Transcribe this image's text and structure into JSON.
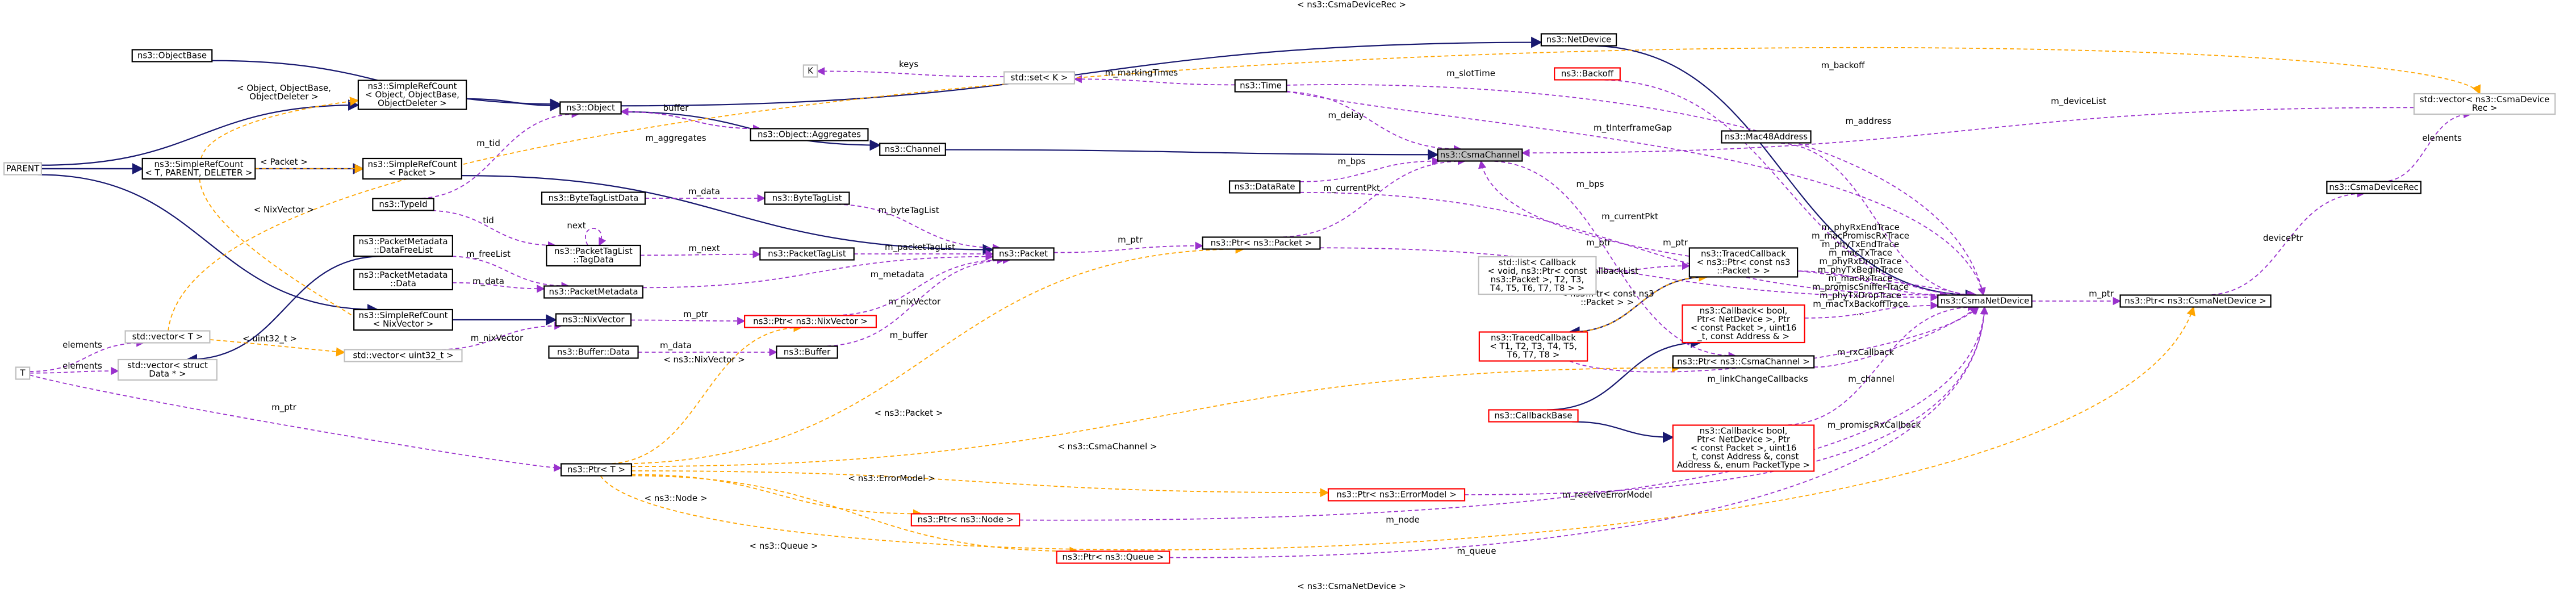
{
  "colors": {
    "background": "#ffffff",
    "node_fill": "#ffffff",
    "node_border_black": "#000000",
    "node_border_red": "#ff0000",
    "node_border_grey": "#bfbfbf",
    "node_fill_focus": "#bfbfbf",
    "edge_inherit": "#191970",
    "edge_member": "#9a32cd",
    "edge_template": "#ffa500",
    "text": "#000000"
  },
  "nodes": [
    {
      "id": "csmachannel",
      "lines": [
        "ns3::CsmaChannel"
      ],
      "border": "black",
      "focus": true
    },
    {
      "id": "channel",
      "lines": [
        "ns3::Channel"
      ],
      "border": "black"
    },
    {
      "id": "object",
      "lines": [
        "ns3::Object"
      ],
      "border": "black"
    },
    {
      "id": "objectbase",
      "lines": [
        "ns3::ObjectBase"
      ],
      "border": "black"
    },
    {
      "id": "srcobject",
      "lines": [
        "ns3::SimpleRefCount",
        "< Object, ObjectBase,",
        "ObjectDeleter >"
      ],
      "border": "black"
    },
    {
      "id": "parent",
      "lines": [
        "PARENT"
      ],
      "border": "grey"
    },
    {
      "id": "srct",
      "lines": [
        "ns3::SimpleRefCount",
        "< T, PARENT, DELETER >"
      ],
      "border": "black"
    },
    {
      "id": "srcpacket",
      "lines": [
        "ns3::SimpleRefCount",
        "< Packet >"
      ],
      "border": "black"
    },
    {
      "id": "typeid",
      "lines": [
        "ns3::TypeId"
      ],
      "border": "black"
    },
    {
      "id": "aggregates",
      "lines": [
        "ns3::Object::Aggregates"
      ],
      "border": "black"
    },
    {
      "id": "netdevice",
      "lines": [
        "ns3::NetDevice"
      ],
      "border": "black"
    },
    {
      "id": "time",
      "lines": [
        "ns3::Time"
      ],
      "border": "black"
    },
    {
      "id": "setk",
      "lines": [
        "std::set< K >"
      ],
      "border": "grey"
    },
    {
      "id": "k",
      "lines": [
        "K"
      ],
      "border": "grey"
    },
    {
      "id": "backoff",
      "lines": [
        "ns3::Backoff"
      ],
      "border": "red"
    },
    {
      "id": "mac48",
      "lines": [
        "ns3::Mac48Address"
      ],
      "border": "black"
    },
    {
      "id": "datarate",
      "lines": [
        "ns3::DataRate"
      ],
      "border": "black"
    },
    {
      "id": "ptrpacket",
      "lines": [
        "ns3::Ptr< ns3::Packet >"
      ],
      "border": "black"
    },
    {
      "id": "packet",
      "lines": [
        "ns3::Packet"
      ],
      "border": "black"
    },
    {
      "id": "bytetaglist",
      "lines": [
        "ns3::ByteTagList"
      ],
      "border": "black"
    },
    {
      "id": "btldata",
      "lines": [
        "ns3::ByteTagListData"
      ],
      "border": "black"
    },
    {
      "id": "packettaglist",
      "lines": [
        "ns3::PacketTagList"
      ],
      "border": "black"
    },
    {
      "id": "tagdata",
      "lines": [
        "ns3::PacketTagList",
        "::TagData"
      ],
      "border": "black"
    },
    {
      "id": "pmfreelist",
      "lines": [
        "ns3::PacketMetadata",
        "::DataFreeList"
      ],
      "border": "black"
    },
    {
      "id": "pmdata",
      "lines": [
        "ns3::PacketMetadata",
        "::Data"
      ],
      "border": "black"
    },
    {
      "id": "pmetadata",
      "lines": [
        "ns3::PacketMetadata"
      ],
      "border": "black"
    },
    {
      "id": "nixvector",
      "lines": [
        "ns3::NixVector"
      ],
      "border": "black"
    },
    {
      "id": "srcnix",
      "lines": [
        "ns3::SimpleRefCount",
        "< NixVector >"
      ],
      "border": "black"
    },
    {
      "id": "ptrnix",
      "lines": [
        "ns3::Ptr< ns3::NixVector >"
      ],
      "border": "red"
    },
    {
      "id": "buffer",
      "lines": [
        "ns3::Buffer"
      ],
      "border": "black"
    },
    {
      "id": "bufferdata",
      "lines": [
        "ns3::Buffer::Data"
      ],
      "border": "black"
    },
    {
      "id": "vectort",
      "lines": [
        "std::vector< T >"
      ],
      "border": "grey"
    },
    {
      "id": "vectoruint",
      "lines": [
        "std::vector< uint32_t >"
      ],
      "border": "grey"
    },
    {
      "id": "vectorstruct",
      "lines": [
        "std::vector< struct",
        "Data * >"
      ],
      "border": "grey"
    },
    {
      "id": "t",
      "lines": [
        "T"
      ],
      "border": "grey"
    },
    {
      "id": "ptrt",
      "lines": [
        "ns3::Ptr< T >"
      ],
      "border": "black"
    },
    {
      "id": "stdlist",
      "lines": [
        "std::list< Callback",
        "< void, ns3::Ptr< const",
        "ns3::Packet >, T2, T3,",
        "T4, T5, T6, T7, T8 > >"
      ],
      "border": "grey"
    },
    {
      "id": "tracedcbt",
      "lines": [
        "ns3::TracedCallback",
        "< T1, T2, T3, T4, T5,",
        "T6, T7, T8 >"
      ],
      "border": "red"
    },
    {
      "id": "callbackbase",
      "lines": [
        "ns3::CallbackBase"
      ],
      "border": "red"
    },
    {
      "id": "tracedcbpkt",
      "lines": [
        "ns3::TracedCallback",
        "< ns3::Ptr< const ns3",
        "::Packet > >"
      ],
      "border": "black"
    },
    {
      "id": "cbbool",
      "lines": [
        "ns3::Callback< bool,",
        "Ptr< NetDevice >, Ptr",
        "< const Packet >, uint16",
        "_t, const Address & >"
      ],
      "border": "red"
    },
    {
      "id": "ptrcsmachannel",
      "lines": [
        "ns3::Ptr< ns3::CsmaChannel >"
      ],
      "border": "black"
    },
    {
      "id": "cbpromisc",
      "lines": [
        "ns3::Callback< bool,",
        "Ptr< NetDevice >, Ptr",
        "< const Packet >, uint16",
        "_t, const Address &, const",
        "Address &, enum PacketType >"
      ],
      "border": "red"
    },
    {
      "id": "ptrerrormodel",
      "lines": [
        "ns3::Ptr< ns3::ErrorModel >"
      ],
      "border": "red"
    },
    {
      "id": "ptrnode",
      "lines": [
        "ns3::Ptr< ns3::Node >"
      ],
      "border": "red"
    },
    {
      "id": "ptrqueue",
      "lines": [
        "ns3::Ptr< ns3::Queue >"
      ],
      "border": "red"
    },
    {
      "id": "csmanetdevice",
      "lines": [
        "ns3::CsmaNetDevice"
      ],
      "border": "black"
    },
    {
      "id": "ptrcsmanetdevice",
      "lines": [
        "ns3::Ptr< ns3::CsmaNetDevice >"
      ],
      "border": "black"
    },
    {
      "id": "csmadevicerec",
      "lines": [
        "ns3::CsmaDeviceRec"
      ],
      "border": "black"
    },
    {
      "id": "vectorcsmarec",
      "lines": [
        "std::vector< ns3::CsmaDevice",
        "Rec >"
      ],
      "border": "grey"
    }
  ],
  "edges": [
    {
      "from": "channel",
      "to": "csmachannel",
      "kind": "inherit"
    },
    {
      "from": "object",
      "to": "channel",
      "kind": "inherit"
    },
    {
      "from": "srcobject",
      "to": "object",
      "kind": "inherit"
    },
    {
      "from": "objectbase",
      "to": "object",
      "kind": "inherit"
    },
    {
      "from": "parent",
      "to": "srcobject",
      "kind": "inherit"
    },
    {
      "from": "parent",
      "to": "srct",
      "kind": "inherit"
    },
    {
      "from": "parent",
      "to": "srcpacket",
      "kind": "inherit"
    },
    {
      "from": "parent",
      "to": "srcnix",
      "kind": "inherit"
    },
    {
      "from": "object",
      "to": "netdevice",
      "kind": "inherit"
    },
    {
      "from": "netdevice",
      "to": "csmanetdevice",
      "kind": "inherit"
    },
    {
      "from": "srcpacket",
      "to": "packet",
      "kind": "inherit"
    },
    {
      "from": "srcnix",
      "to": "nixvector",
      "kind": "inherit"
    },
    {
      "from": "tracedcbpkt",
      "to": "tracedcbt",
      "kind": "inherit"
    },
    {
      "from": "callbackbase",
      "to": "cbbool",
      "kind": "inherit"
    },
    {
      "from": "callbackbase",
      "to": "cbpromisc",
      "kind": "inherit"
    },
    {
      "from": "pmfreelist",
      "to": "vectorstruct",
      "kind": "inherit"
    },
    {
      "from": "typeid",
      "to": "object",
      "kind": "member",
      "label": "m_tid"
    },
    {
      "from": "aggregates",
      "to": "object",
      "kind": "member",
      "label": "buffer"
    },
    {
      "from": "object",
      "to": "aggregates",
      "kind": "member",
      "label": "m_aggregates"
    },
    {
      "from": "time",
      "to": "setk",
      "kind": "member",
      "label": "m_markingTimes"
    },
    {
      "from": "setk",
      "to": "k",
      "kind": "member",
      "label": "keys"
    },
    {
      "from": "time",
      "to": "csmachannel",
      "kind": "member",
      "label": "m_delay"
    },
    {
      "from": "datarate",
      "to": "csmachannel",
      "kind": "member",
      "label": "m_bps"
    },
    {
      "from": "ptrpacket",
      "to": "csmachannel",
      "kind": "member",
      "label": "m_currentPkt"
    },
    {
      "from": "vectorcsmarec",
      "to": "csmachannel",
      "kind": "member",
      "label": "m_deviceList"
    },
    {
      "from": "csmadevicerec",
      "to": "vectorcsmarec",
      "kind": "member",
      "label": "elements"
    },
    {
      "from": "ptrcsmanetdevice",
      "to": "csmadevicerec",
      "kind": "member",
      "label": "devicePtr"
    },
    {
      "from": "csmanetdevice",
      "to": "ptrcsmanetdevice",
      "kind": "member",
      "label": "m_ptr"
    },
    {
      "from": "packet",
      "to": "ptrpacket",
      "kind": "member",
      "label": "m_ptr"
    },
    {
      "from": "bytetaglist",
      "to": "packet",
      "kind": "member",
      "label": "m_byteTagList"
    },
    {
      "from": "btldata",
      "to": "bytetaglist",
      "kind": "member",
      "label": "m_data"
    },
    {
      "from": "packettaglist",
      "to": "packet",
      "kind": "member",
      "label": "m_packetTagList"
    },
    {
      "from": "tagdata",
      "to": "packettaglist",
      "kind": "member",
      "label": "m_next"
    },
    {
      "from": "tagdata",
      "to": "tagdata",
      "kind": "member",
      "label": "next"
    },
    {
      "from": "typeid",
      "to": "tagdata",
      "kind": "member",
      "label": "tid"
    },
    {
      "from": "pmfreelist",
      "to": "pmetadata",
      "kind": "member",
      "label": "m_freeList"
    },
    {
      "from": "pmdata",
      "to": "pmetadata",
      "kind": "member",
      "label": "m_data"
    },
    {
      "from": "pmetadata",
      "to": "packet",
      "kind": "member",
      "label": "m_metadata"
    },
    {
      "from": "nixvector",
      "to": "ptrnix",
      "kind": "member",
      "label": "m_ptr"
    },
    {
      "from": "vectoruint",
      "to": "nixvector",
      "kind": "member",
      "label": "m_nixVector"
    },
    {
      "from": "ptrnix",
      "to": "packet",
      "kind": "member",
      "label": "m_nixVector"
    },
    {
      "from": "bufferdata",
      "to": "buffer",
      "kind": "member",
      "label": "m_data"
    },
    {
      "from": "buffer",
      "to": "packet",
      "kind": "member",
      "label": "m_buffer"
    },
    {
      "from": "t",
      "to": "vectort",
      "kind": "member",
      "label": "elements"
    },
    {
      "from": "t",
      "to": "vectorstruct",
      "kind": "member",
      "label": "elements"
    },
    {
      "from": "t",
      "to": "ptrt",
      "kind": "member",
      "label": "m_ptr"
    },
    {
      "from": "stdlist",
      "to": "tracedcbpkt",
      "kind": "member",
      "label": "m_callbackList"
    },
    {
      "from": "csmachannel",
      "to": "ptrcsmachannel",
      "kind": "member",
      "label": "m_ptr"
    },
    {
      "from": "ptrcsmachannel",
      "to": "csmanetdevice",
      "kind": "member",
      "label": "m_channel"
    },
    {
      "from": "backoff",
      "to": "csmanetdevice",
      "kind": "member",
      "label": "m_backoff"
    },
    {
      "from": "time",
      "to": "csmanetdevice",
      "kind": "member",
      "label": "m_slotTime"
    },
    {
      "from": "time",
      "to": "csmanetdevice",
      "kind": "member",
      "label": "m_tInterframeGap"
    },
    {
      "from": "mac48",
      "to": "csmanetdevice",
      "kind": "member",
      "label": "m_address"
    },
    {
      "from": "datarate",
      "to": "csmanetdevice",
      "kind": "member",
      "label": "m_bps"
    },
    {
      "from": "ptrpacket",
      "to": "csmanetdevice",
      "kind": "member",
      "label": "m_currentPkt"
    },
    {
      "from": "tracedcbpkt",
      "to": "csmanetdevice",
      "kind": "member",
      "label": "m_phyRxEndTrace\nm_macPromiscRxTrace\nm_phyTxEndTrace\nm_macTxTrace\nm_phyRxDropTrace\nm_phyTxBeginTrace\nm_macRxTrace\nm_promiscSnifferTrace\nm_phyTxDropTrace\nm_macTxBackoffTrace\n..."
    },
    {
      "from": "cbbool",
      "to": "csmanetdevice",
      "kind": "member",
      "label": "m_rxCallback"
    },
    {
      "from": "tracedcbt",
      "to": "csmanetdevice",
      "kind": "member",
      "label": "m_linkChangeCallbacks"
    },
    {
      "from": "cbpromisc",
      "to": "csmanetdevice",
      "kind": "member",
      "label": "m_promiscRxCallback"
    },
    {
      "from": "ptrerrormodel",
      "to": "csmanetdevice",
      "kind": "member",
      "label": "m_receiveErrorModel"
    },
    {
      "from": "ptrnode",
      "to": "csmanetdevice",
      "kind": "member",
      "label": "m_node"
    },
    {
      "from": "ptrqueue",
      "to": "csmanetdevice",
      "kind": "member",
      "label": "m_queue"
    },
    {
      "from": "csmanetdevice",
      "to": "csmachannel",
      "kind": "member",
      "label": "m_ptr"
    },
    {
      "from": "srct",
      "to": "srcobject",
      "kind": "template",
      "label": "< Object, ObjectBase,\nObjectDeleter >"
    },
    {
      "from": "srct",
      "to": "srcpacket",
      "kind": "template",
      "label": "< Packet >"
    },
    {
      "from": "srct",
      "to": "srcnix",
      "kind": "template",
      "label": "< NixVector >"
    },
    {
      "from": "vectort",
      "to": "vectoruint",
      "kind": "template",
      "label": "< uint32_t >"
    },
    {
      "from": "ptrt",
      "to": "ptrpacket",
      "kind": "template",
      "label": "< ns3::Packet >"
    },
    {
      "from": "ptrt",
      "to": "ptrnix",
      "kind": "template",
      "label": "< ns3::NixVector >"
    },
    {
      "from": "ptrt",
      "to": "ptrcsmachannel",
      "kind": "template",
      "label": "< ns3::CsmaChannel >"
    },
    {
      "from": "ptrt",
      "to": "ptrerrormodel",
      "kind": "template",
      "label": "< ns3::ErrorModel >"
    },
    {
      "from": "ptrt",
      "to": "ptrnode",
      "kind": "template",
      "label": "< ns3::Node >"
    },
    {
      "from": "ptrt",
      "to": "ptrqueue",
      "kind": "template",
      "label": "< ns3::Queue >"
    },
    {
      "from": "ptrt",
      "to": "ptrcsmanetdevice",
      "kind": "template",
      "label": "< ns3::CsmaNetDevice >"
    },
    {
      "from": "vectort",
      "to": "vectorcsmarec",
      "kind": "template",
      "label": "< ns3::CsmaDeviceRec >"
    },
    {
      "from": "tracedcbt",
      "to": "tracedcbpkt",
      "kind": "template",
      "label": "< ns3::Ptr< const ns3\n::Packet > >"
    }
  ]
}
